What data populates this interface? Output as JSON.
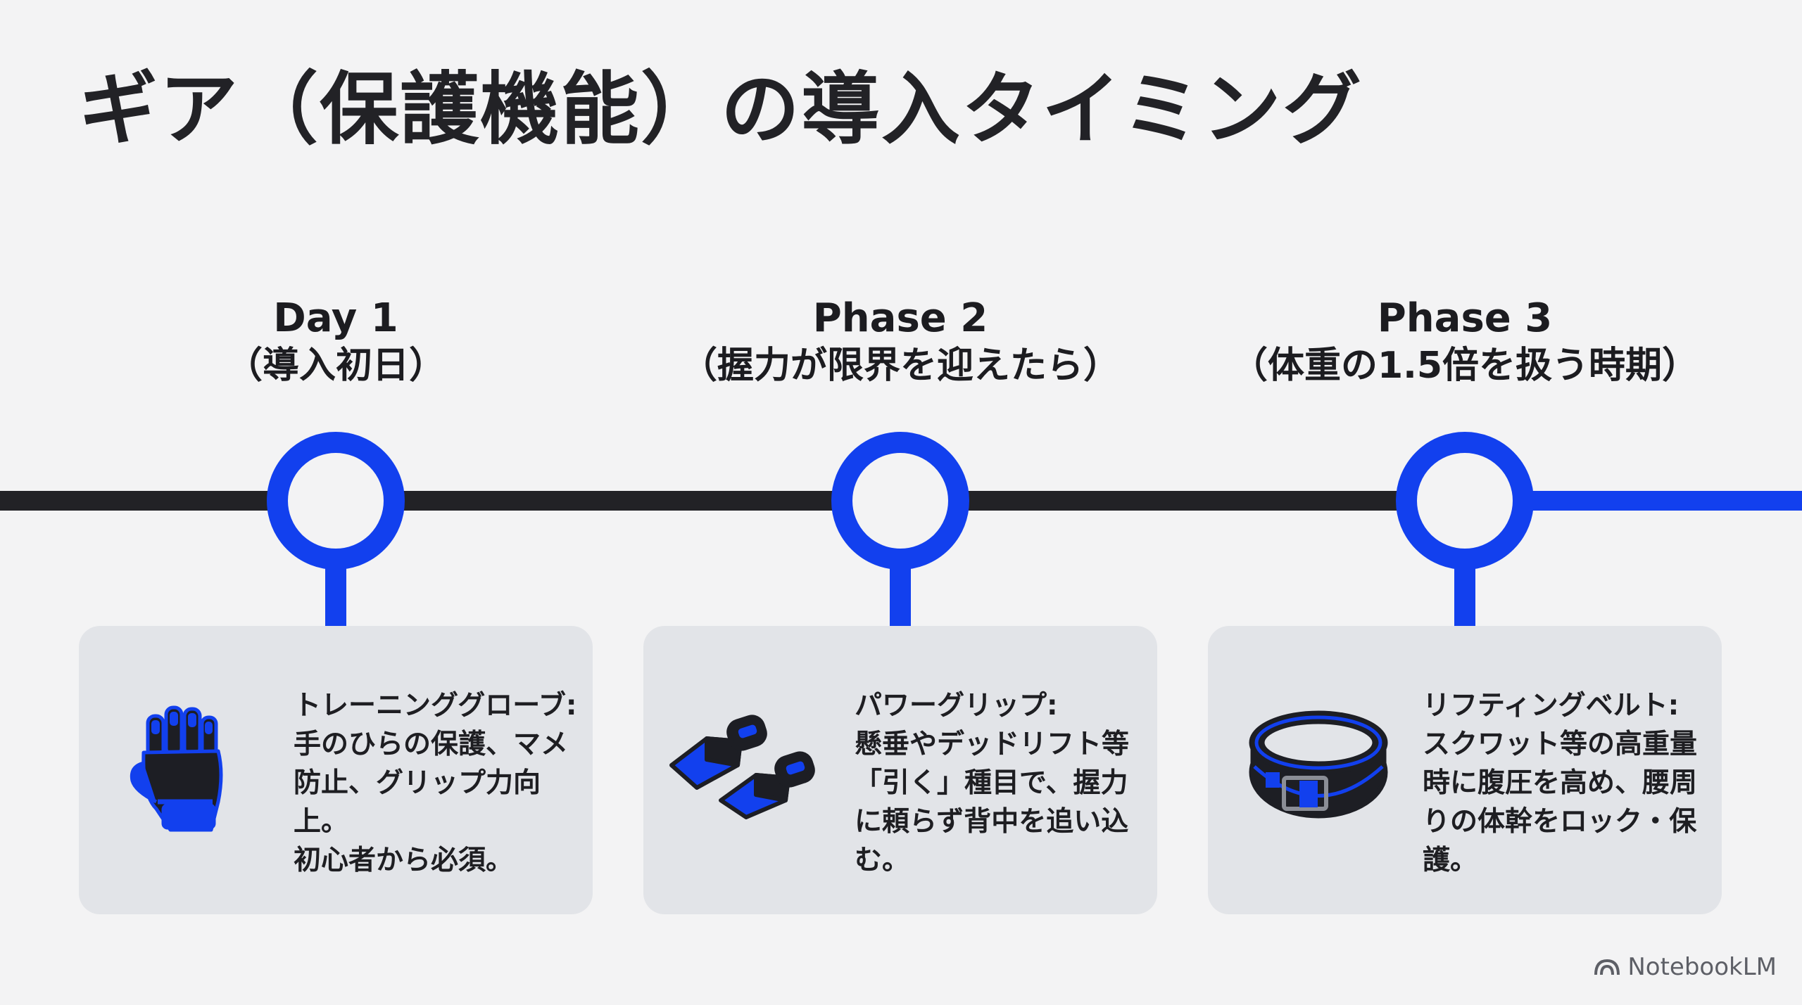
{
  "title": "ギア（保護機能）の導入タイミング",
  "colors": {
    "accent": "#1240ee",
    "line": "#222226",
    "card": "#e2e4e8",
    "background": "#f3f3f4"
  },
  "phases": [
    {
      "label": "Day 1",
      "timing": "（導入初日）",
      "item": "トレーニンググローブ:",
      "desc_lines": [
        "手のひらの保護、マメ",
        "防止、グリップ力向上。",
        "初心者から必須。"
      ],
      "icon": "training-glove-icon"
    },
    {
      "label": "Phase 2",
      "timing": "（握力が限界を迎えたら）",
      "item": "パワーグリップ:",
      "desc_lines": [
        "懸垂やデッドリフト等",
        "「引く」種目で、握力",
        "に頼らず背中を追い込",
        "む。"
      ],
      "icon": "power-grip-icon"
    },
    {
      "label": "Phase 3",
      "timing": "（体重の1.5倍を扱う時期）",
      "item": "リフティングベルト:",
      "desc_lines": [
        "スクワット等の高重量",
        "時に腹圧を高め、腰周",
        "りの体幹をロック・保",
        "護。"
      ],
      "icon": "lifting-belt-icon"
    }
  ],
  "brand": {
    "name": "NotebookLM",
    "icon": "notebooklm-logo-icon"
  }
}
